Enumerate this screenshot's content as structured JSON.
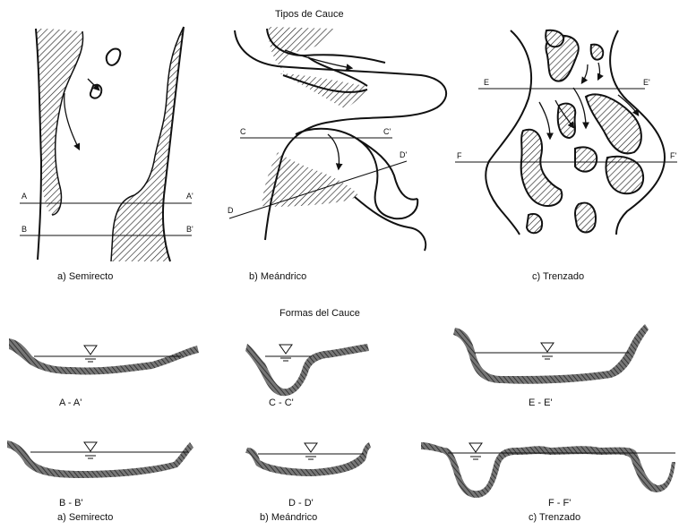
{
  "top_title": "Tipos de Cauce",
  "bottom_title": "Formas del Cauce",
  "plan_labels": [
    "a) Semirecto",
    "b) Meándrico",
    "c) Trenzado"
  ],
  "section_markers": {
    "A": "A",
    "A2": "A'",
    "B": "B",
    "B2": "B'",
    "C": "C",
    "C2": "C'",
    "D": "D",
    "D2": "D'",
    "E": "E",
    "E2": "E'",
    "F": "F",
    "F2": "F'"
  },
  "section_labels": [
    "A - A'",
    "C - C'",
    "E - E'",
    "B - B'",
    "D - D'",
    "F - F'"
  ],
  "bottom_labels": [
    "a) Semirecto",
    "b) Meándrico",
    "c) Trenzado"
  ],
  "water_symbol": "▽"
}
